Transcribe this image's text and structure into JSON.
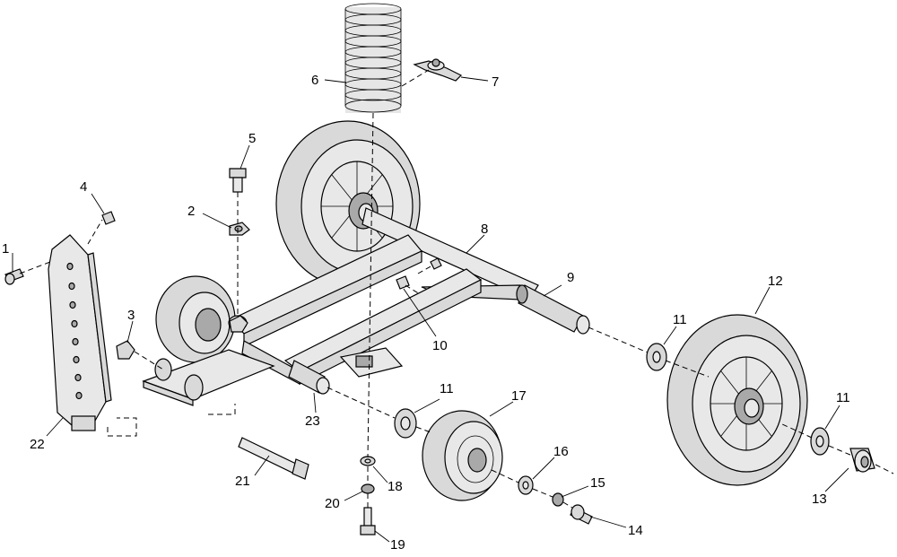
{
  "callouts": [
    "1",
    "2",
    "3",
    "4",
    "5",
    "6",
    "7",
    "8",
    "9",
    "10",
    "11",
    "11",
    "11",
    "12",
    "13",
    "14",
    "15",
    "16",
    "17",
    "18",
    "19",
    "20",
    "21",
    "22",
    "23"
  ]
}
